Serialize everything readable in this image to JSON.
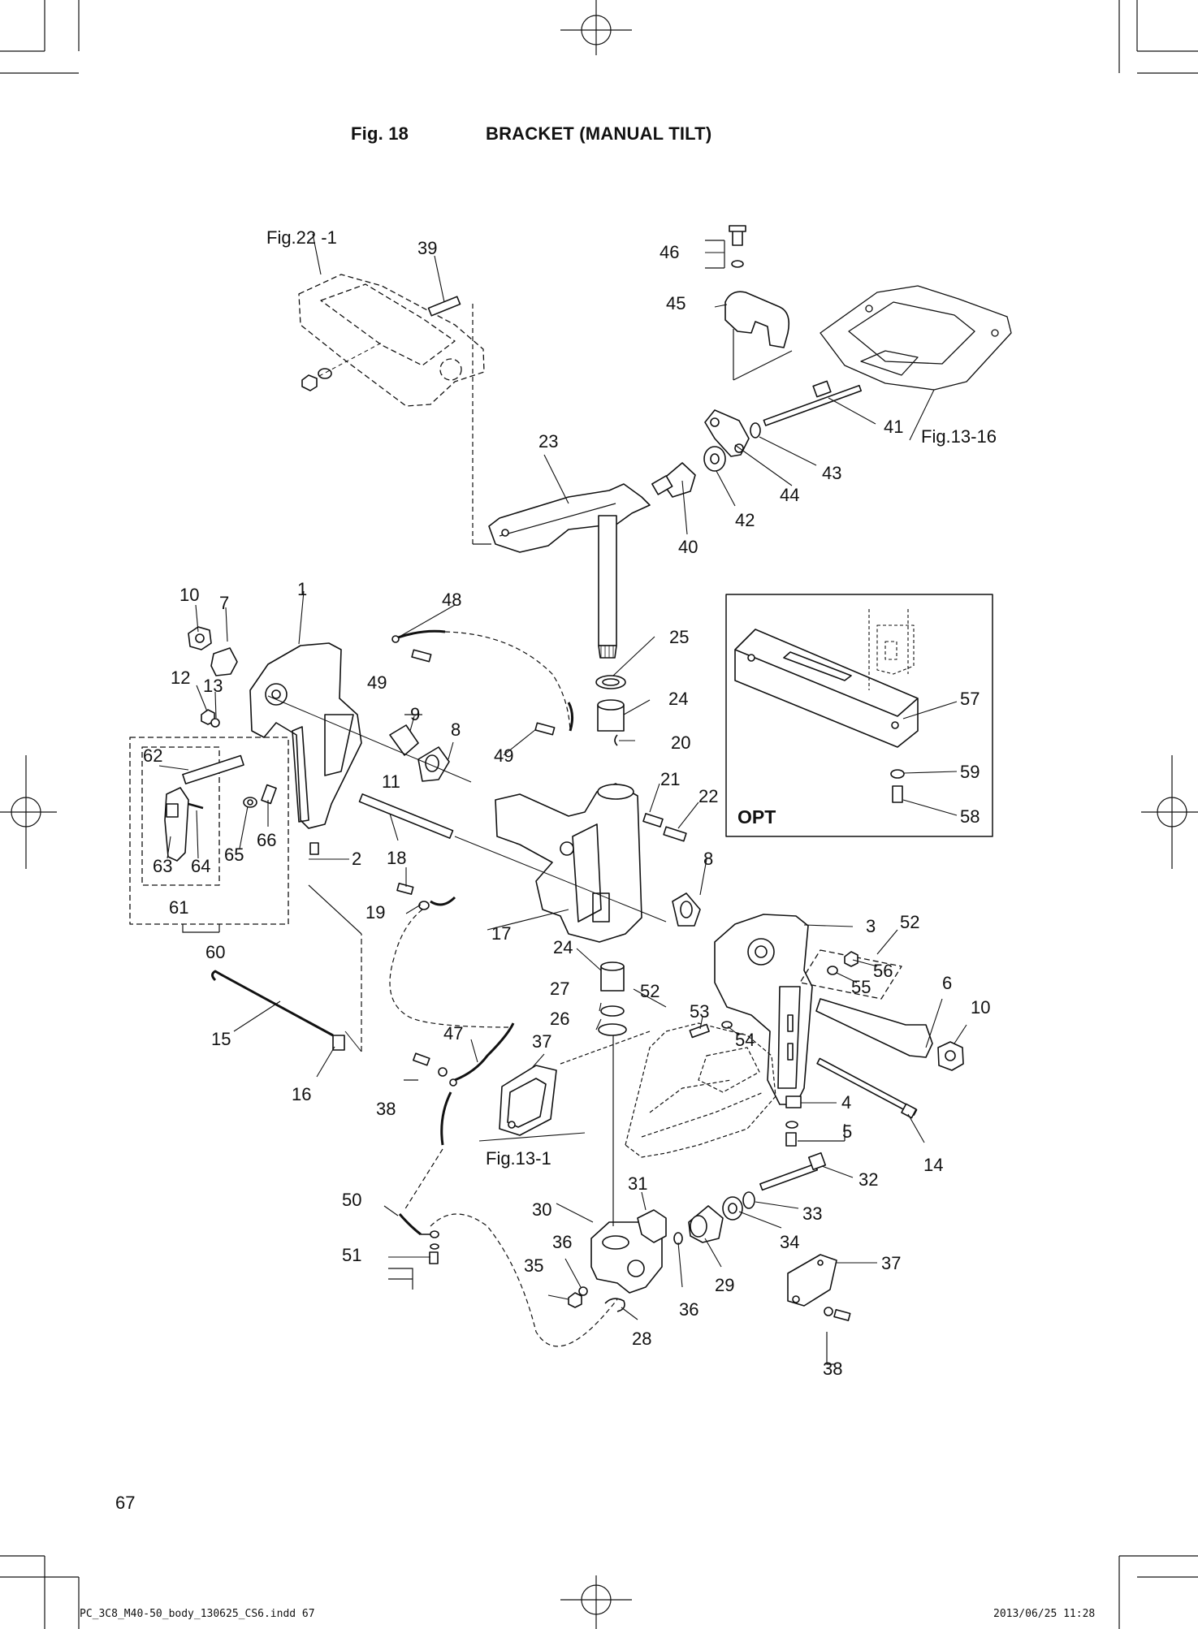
{
  "header": {
    "fig_no": "Fig. 18",
    "title": "BRACKET (MANUAL TILT)"
  },
  "page_number": "67",
  "footer": {
    "file": "PC_3C8_M40-50_body_130625_CS6.indd   67",
    "timestamp": "2013/06/25   11:28"
  },
  "option_box_label": "OPT",
  "refs": [
    "Fig.22 -1",
    "Fig.13-16",
    "Fig.13-1"
  ],
  "callouts": [
    "1",
    "2",
    "3",
    "4",
    "5",
    "6",
    "7",
    "8",
    "8",
    "9",
    "10",
    "10",
    "11",
    "12",
    "13",
    "14",
    "15",
    "16",
    "17",
    "18",
    "19",
    "20",
    "21",
    "22",
    "23",
    "24",
    "24",
    "25",
    "26",
    "27",
    "28",
    "29",
    "30",
    "31",
    "32",
    "33",
    "34",
    "35",
    "36",
    "36",
    "37",
    "37",
    "38",
    "38",
    "39",
    "40",
    "41",
    "42",
    "43",
    "44",
    "45",
    "46",
    "47",
    "48",
    "49",
    "49",
    "50",
    "51",
    "52",
    "52",
    "53",
    "54",
    "55",
    "56",
    "57",
    "58",
    "59",
    "60",
    "61",
    "62",
    "63",
    "64",
    "65",
    "66"
  ]
}
